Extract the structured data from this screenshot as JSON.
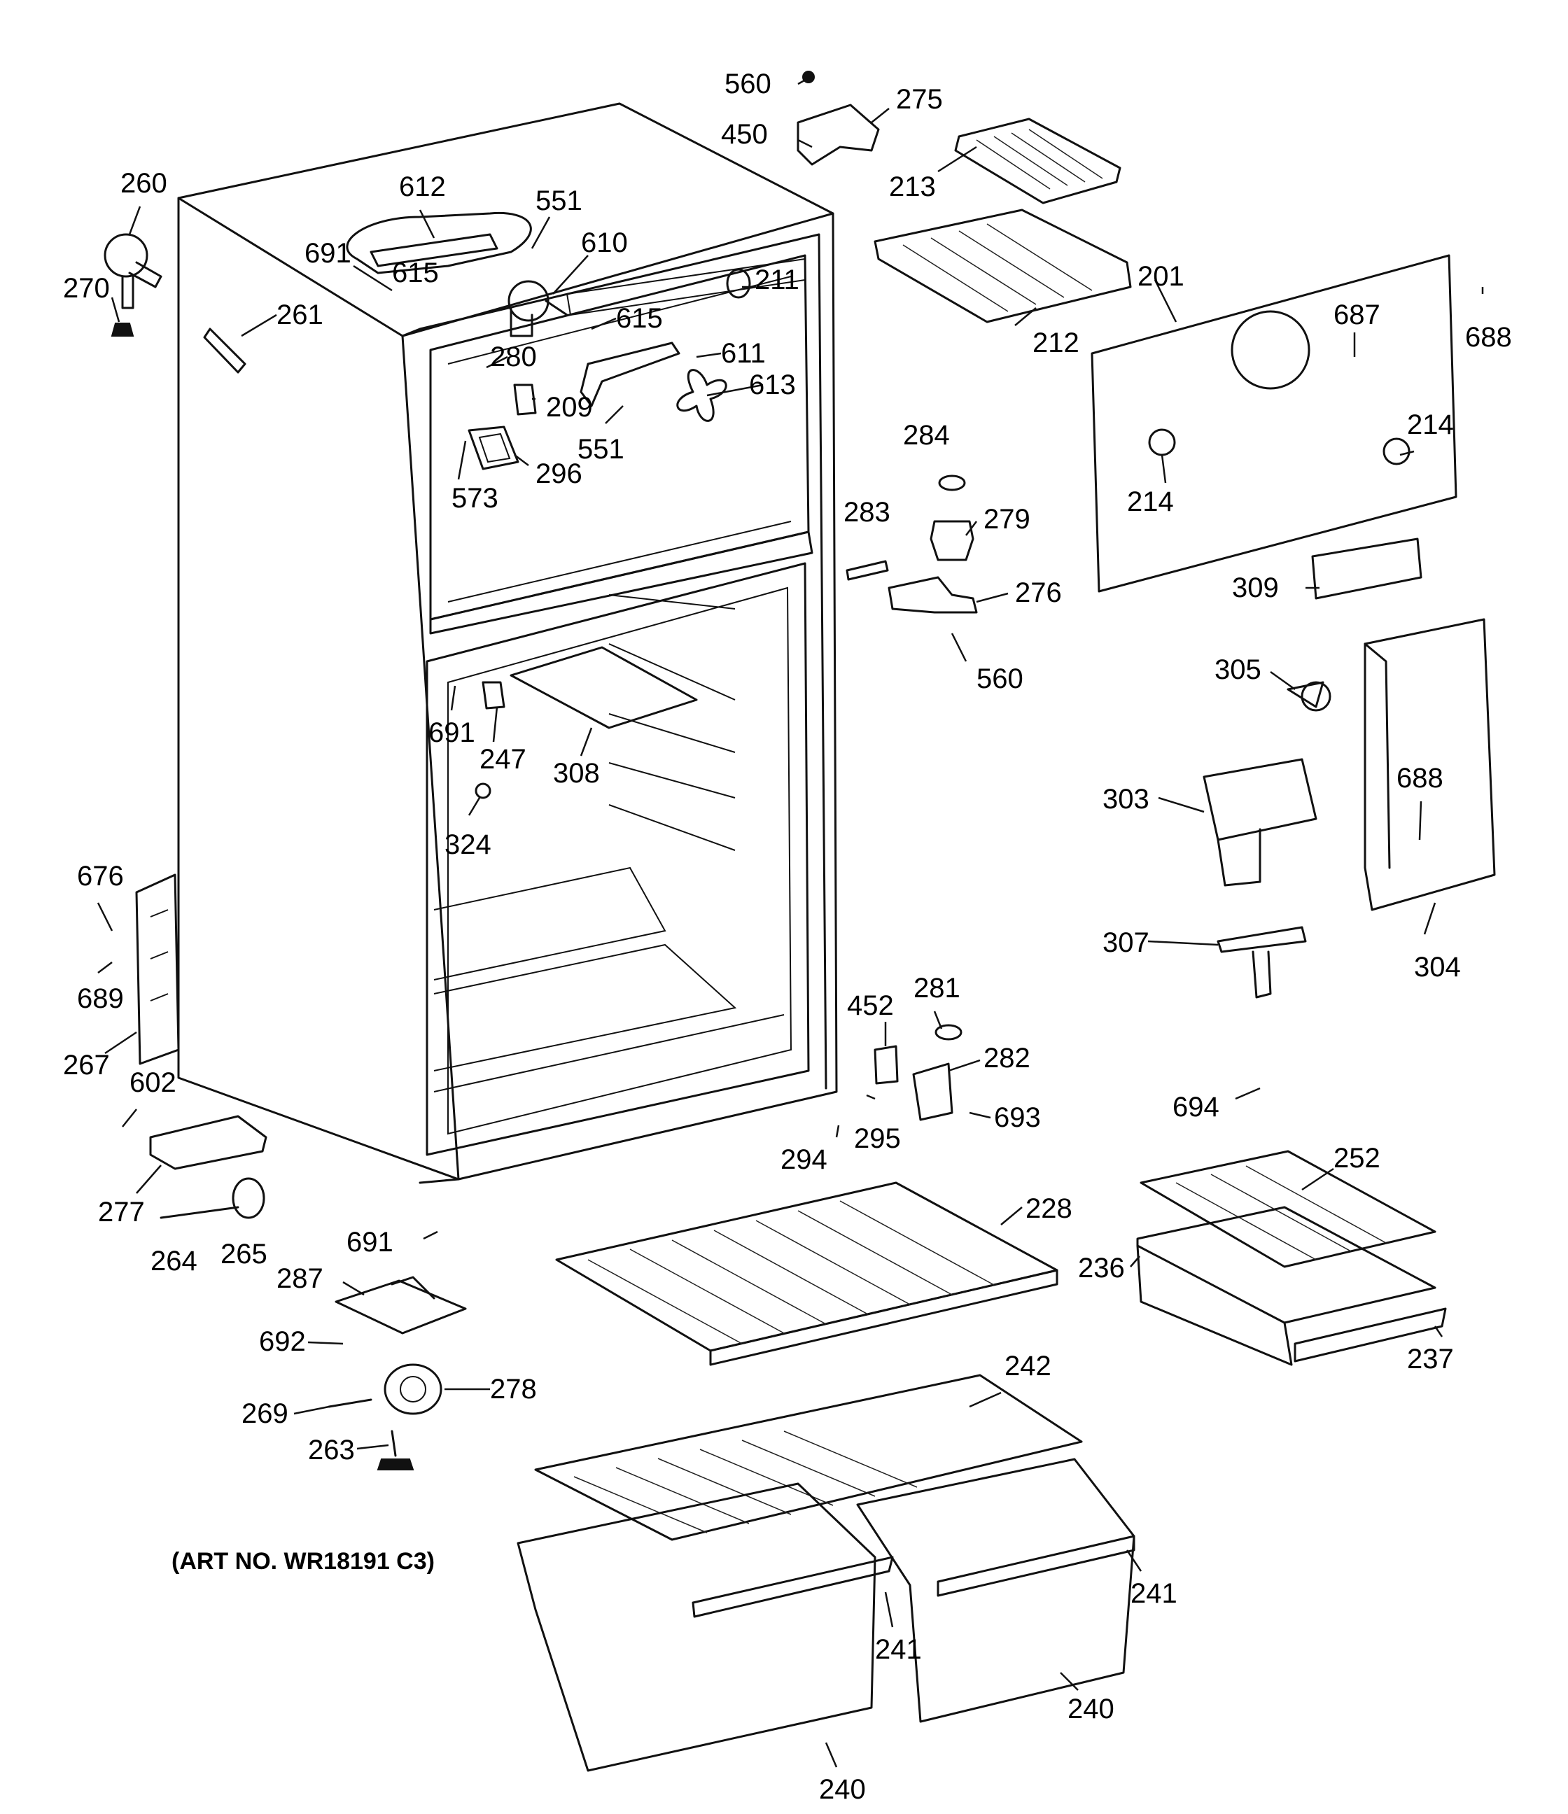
{
  "diagram": {
    "art_number": "(ART NO. WR18191 C3)",
    "callouts": [
      {
        "id": "c560a",
        "label": "560"
      },
      {
        "id": "c275",
        "label": "275"
      },
      {
        "id": "c450",
        "label": "450"
      },
      {
        "id": "c213",
        "label": "213"
      },
      {
        "id": "c260",
        "label": "260"
      },
      {
        "id": "c612",
        "label": "612"
      },
      {
        "id": "c551a",
        "label": "551"
      },
      {
        "id": "c610",
        "label": "610"
      },
      {
        "id": "c691a",
        "label": "691"
      },
      {
        "id": "c615a",
        "label": "615"
      },
      {
        "id": "c270",
        "label": "270"
      },
      {
        "id": "c261",
        "label": "261"
      },
      {
        "id": "c211",
        "label": "211"
      },
      {
        "id": "c615b",
        "label": "615"
      },
      {
        "id": "c280",
        "label": "280"
      },
      {
        "id": "c611",
        "label": "611"
      },
      {
        "id": "c613",
        "label": "613"
      },
      {
        "id": "c209",
        "label": "209"
      },
      {
        "id": "c551b",
        "label": "551"
      },
      {
        "id": "c573",
        "label": "573"
      },
      {
        "id": "c296",
        "label": "296"
      },
      {
        "id": "c201",
        "label": "201"
      },
      {
        "id": "c688a",
        "label": "688"
      },
      {
        "id": "c687",
        "label": "687"
      },
      {
        "id": "c212",
        "label": "212"
      },
      {
        "id": "c214a",
        "label": "214"
      },
      {
        "id": "c214b",
        "label": "214"
      },
      {
        "id": "c284",
        "label": "284"
      },
      {
        "id": "c283",
        "label": "283"
      },
      {
        "id": "c279",
        "label": "279"
      },
      {
        "id": "c276",
        "label": "276"
      },
      {
        "id": "c560b",
        "label": "560"
      },
      {
        "id": "c309",
        "label": "309"
      },
      {
        "id": "c305",
        "label": "305"
      },
      {
        "id": "c303",
        "label": "303"
      },
      {
        "id": "c688b",
        "label": "688"
      },
      {
        "id": "c307",
        "label": "307"
      },
      {
        "id": "c304",
        "label": "304"
      },
      {
        "id": "c691b",
        "label": "691"
      },
      {
        "id": "c247",
        "label": "247"
      },
      {
        "id": "c308",
        "label": "308"
      },
      {
        "id": "c324",
        "label": "324"
      },
      {
        "id": "c676",
        "label": "676"
      },
      {
        "id": "c689",
        "label": "689"
      },
      {
        "id": "c267",
        "label": "267"
      },
      {
        "id": "c602",
        "label": "602"
      },
      {
        "id": "c277",
        "label": "277"
      },
      {
        "id": "c264",
        "label": "264"
      },
      {
        "id": "c265",
        "label": "265"
      },
      {
        "id": "c691c",
        "label": "691"
      },
      {
        "id": "c452",
        "label": "452"
      },
      {
        "id": "c281",
        "label": "281"
      },
      {
        "id": "c282",
        "label": "282"
      },
      {
        "id": "c693",
        "label": "693"
      },
      {
        "id": "c294",
        "label": "294"
      },
      {
        "id": "c295",
        "label": "295"
      },
      {
        "id": "c694",
        "label": "694"
      },
      {
        "id": "c252",
        "label": "252"
      },
      {
        "id": "c228",
        "label": "228"
      },
      {
        "id": "c236",
        "label": "236"
      },
      {
        "id": "c237",
        "label": "237"
      },
      {
        "id": "c287",
        "label": "287"
      },
      {
        "id": "c692",
        "label": "692"
      },
      {
        "id": "c278",
        "label": "278"
      },
      {
        "id": "c269",
        "label": "269"
      },
      {
        "id": "c263",
        "label": "263"
      },
      {
        "id": "c242",
        "label": "242"
      },
      {
        "id": "c241a",
        "label": "241"
      },
      {
        "id": "c241b",
        "label": "241"
      },
      {
        "id": "c240a",
        "label": "240"
      },
      {
        "id": "c240b",
        "label": "240"
      }
    ]
  }
}
